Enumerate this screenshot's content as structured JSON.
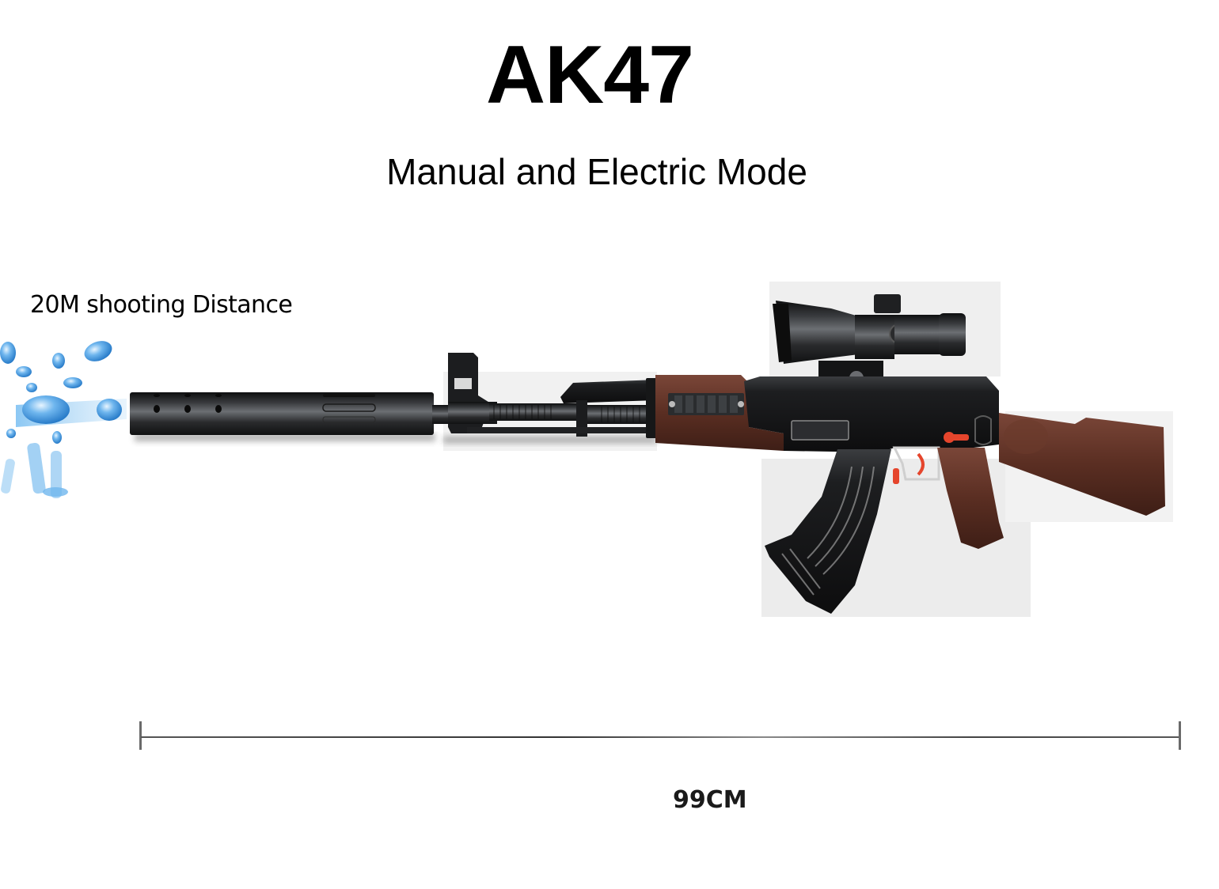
{
  "header": {
    "title": "AK47",
    "subtitle": "Manual and Electric Mode"
  },
  "features": {
    "range_label": "20M shooting Distance"
  },
  "product": {
    "name": "AK47 gel blaster with scope and suppressor",
    "parts": [
      "water-bead-spray",
      "suppressor",
      "front-sight",
      "gas-tube",
      "handguard-rail",
      "scope",
      "receiver",
      "magazine",
      "trigger",
      "fire-selector",
      "pistol-grip",
      "stock"
    ],
    "colors": {
      "metal": "#1e1f21",
      "wood": "#5a2e22",
      "accent_orange": "#e5452c",
      "water": "#4a9be0"
    }
  },
  "dimensions": {
    "length_label": "99CM"
  }
}
